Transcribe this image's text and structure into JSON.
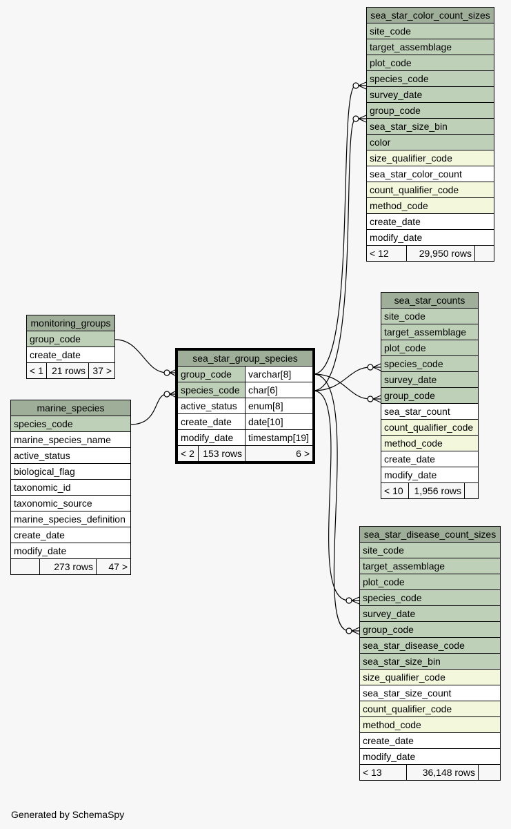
{
  "footer": "Generated by SchemaSpy",
  "tables": {
    "sea_star_color_count_sizes": {
      "title": "sea_star_color_count_sizes",
      "columns": [
        "site_code",
        "target_assemblage",
        "plot_code",
        "species_code",
        "survey_date",
        "group_code",
        "sea_star_size_bin",
        "color",
        "size_qualifier_code",
        "sea_star_color_count",
        "count_qualifier_code",
        "method_code",
        "create_date",
        "modify_date"
      ],
      "footer": [
        "< 12",
        "29,950 rows",
        ""
      ]
    },
    "sea_star_counts": {
      "title": "sea_star_counts",
      "columns": [
        "site_code",
        "target_assemblage",
        "plot_code",
        "species_code",
        "survey_date",
        "group_code",
        "sea_star_count",
        "count_qualifier_code",
        "method_code",
        "create_date",
        "modify_date"
      ],
      "footer": [
        "< 10",
        "1,956 rows",
        ""
      ]
    },
    "sea_star_disease_count_sizes": {
      "title": "sea_star_disease_count_sizes",
      "columns": [
        "site_code",
        "target_assemblage",
        "plot_code",
        "species_code",
        "survey_date",
        "group_code",
        "sea_star_disease_code",
        "sea_star_size_bin",
        "size_qualifier_code",
        "sea_star_size_count",
        "count_qualifier_code",
        "method_code",
        "create_date",
        "modify_date"
      ],
      "footer": [
        "< 13",
        "36,148 rows",
        ""
      ]
    },
    "monitoring_groups": {
      "title": "monitoring_groups",
      "columns": [
        "group_code",
        "create_date"
      ],
      "footer": [
        "< 1",
        "21 rows",
        "37 >"
      ]
    },
    "marine_species": {
      "title": "marine_species",
      "columns": [
        "species_code",
        "marine_species_name",
        "active_status",
        "biological_flag",
        "taxonomic_id",
        "taxonomic_source",
        "marine_species_definition",
        "create_date",
        "modify_date"
      ],
      "footer": [
        "",
        "273 rows",
        "47 >"
      ]
    },
    "sea_star_group_species": {
      "title": "sea_star_group_species",
      "columns": [
        "group_code",
        "species_code",
        "active_status",
        "create_date",
        "modify_date"
      ],
      "types": [
        "varchar[8]",
        "char[6]",
        "enum[8]",
        "date[10]",
        "timestamp[19]"
      ],
      "footer": [
        "< 2",
        "153 rows",
        "6 >"
      ]
    }
  }
}
